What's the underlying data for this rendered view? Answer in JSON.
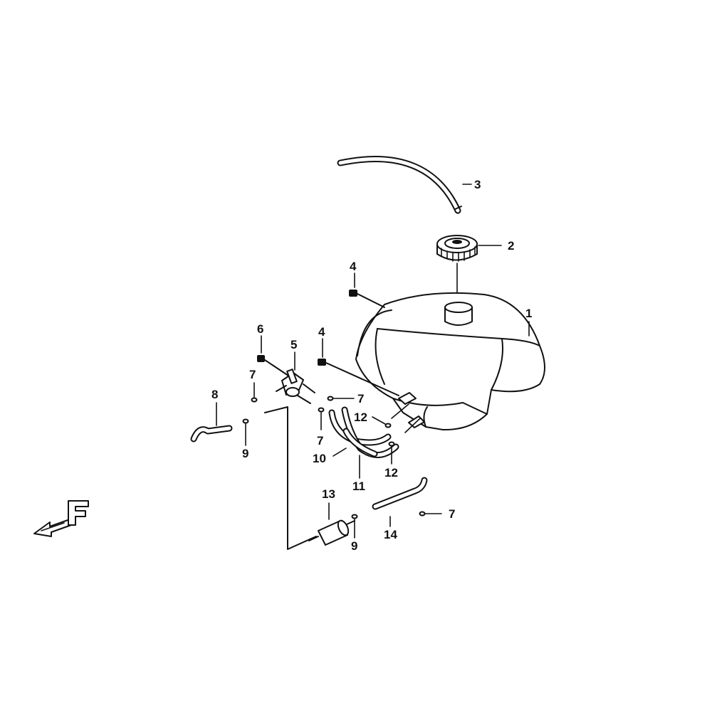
{
  "diagram": {
    "callouts": [
      {
        "id": "c1",
        "text": "1"
      },
      {
        "id": "c2",
        "text": "2"
      },
      {
        "id": "c3",
        "text": "3"
      },
      {
        "id": "c4a",
        "text": "4"
      },
      {
        "id": "c4b",
        "text": "4"
      },
      {
        "id": "c5",
        "text": "5"
      },
      {
        "id": "c6",
        "text": "6"
      },
      {
        "id": "c7a",
        "text": "7"
      },
      {
        "id": "c7b",
        "text": "7"
      },
      {
        "id": "c7c",
        "text": "7"
      },
      {
        "id": "c7d",
        "text": "7"
      },
      {
        "id": "c8",
        "text": "8"
      },
      {
        "id": "c9a",
        "text": "9"
      },
      {
        "id": "c9b",
        "text": "9"
      },
      {
        "id": "c10",
        "text": "10"
      },
      {
        "id": "c11",
        "text": "11"
      },
      {
        "id": "c12a",
        "text": "12"
      },
      {
        "id": "c12b",
        "text": "12"
      },
      {
        "id": "c13",
        "text": "13"
      },
      {
        "id": "c14",
        "text": "14"
      }
    ],
    "direction_marker": {
      "letter": "F",
      "icon": "front-direction-arrow-icon"
    }
  }
}
